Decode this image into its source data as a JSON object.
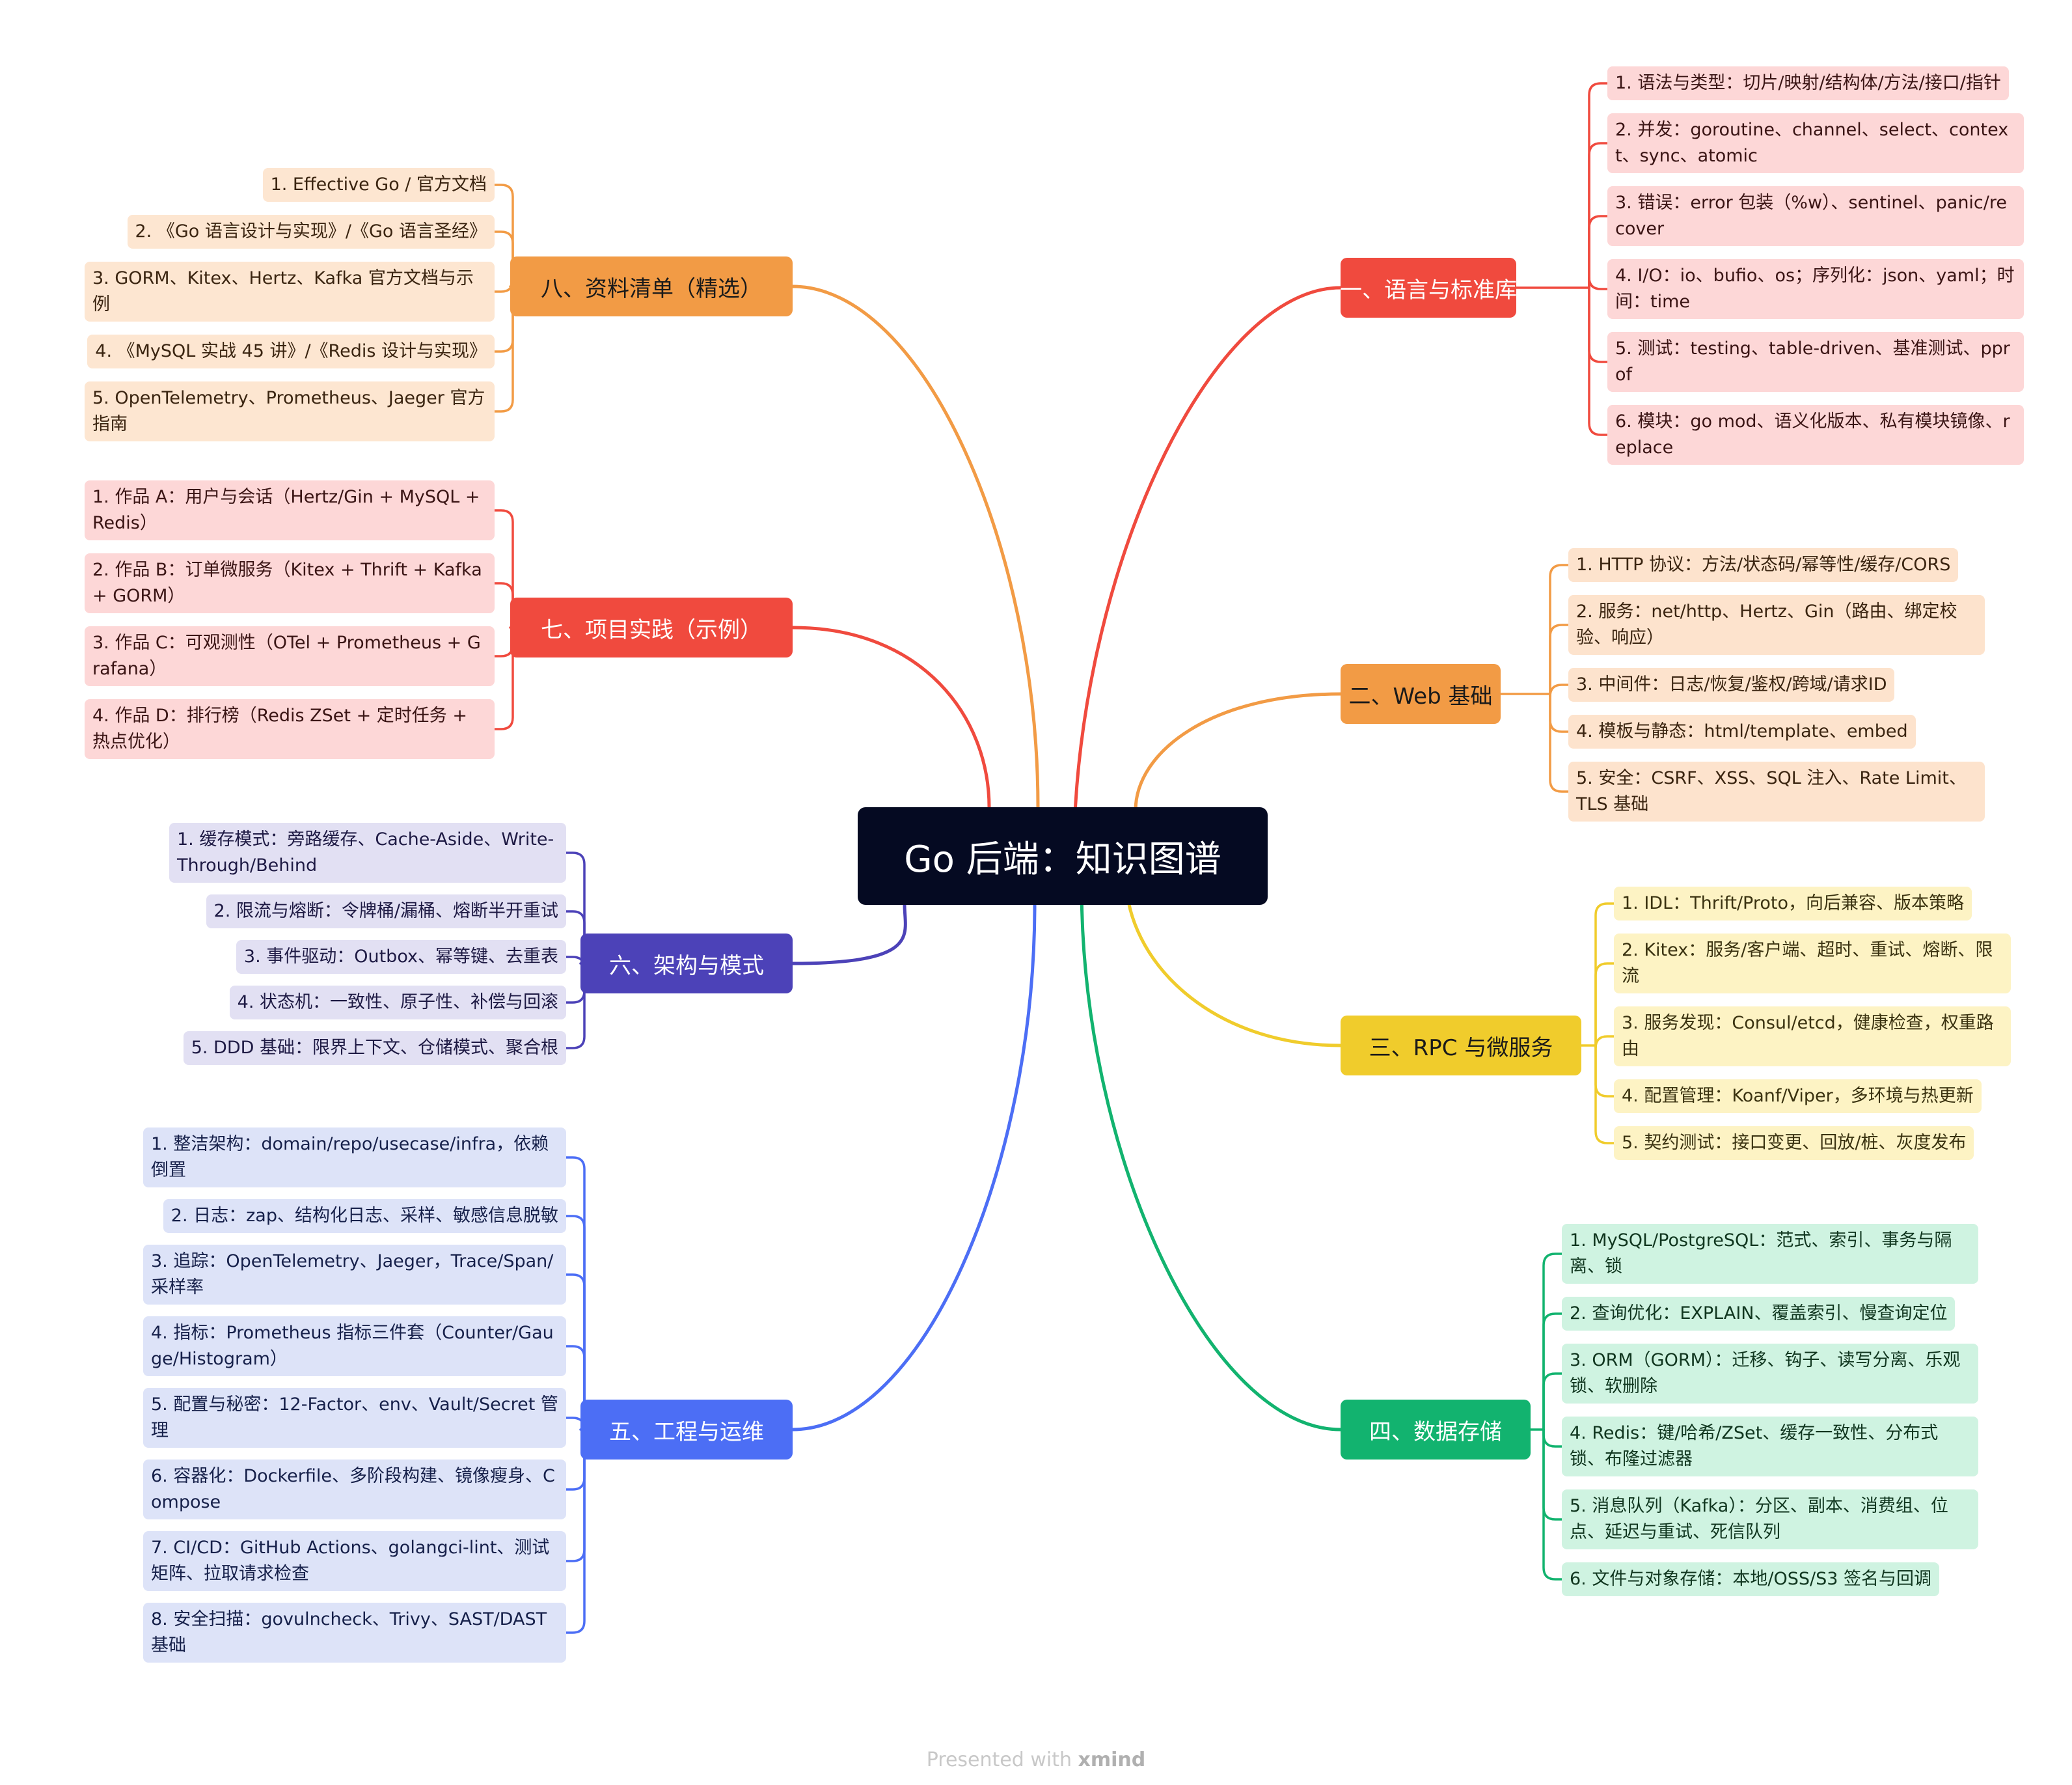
{
  "central": "Go 后端：知识图谱",
  "footer": {
    "prefix": "Presented with ",
    "brand": "xmind"
  },
  "colors": {
    "central_bg": "#050a22",
    "b1": "#f04a3e",
    "b2": "#f29b45",
    "b3": "#f0cc2c",
    "b4": "#12b36f",
    "b5": "#4c6ef5",
    "b6": "#4c42b8",
    "b7": "#f04a3e",
    "b8": "#f29b45"
  },
  "branches": [
    {
      "label": "一、语言与标准库",
      "leaves": [
        "1. 语法与类型：切片/映射/结构体/方法/接口/指针",
        "2. 并发：goroutine、channel、select、context、sync、atomic",
        "3. 错误：error 包装（%w）、sentinel、panic/recover",
        "4. I/O：io、bufio、os；序列化：json、yaml；时间：time",
        "5. 测试：testing、table-driven、基准测试、pprof",
        "6. 模块：go mod、语义化版本、私有模块镜像、replace"
      ]
    },
    {
      "label": "二、Web 基础",
      "leaves": [
        "1. HTTP 协议：方法/状态码/幂等性/缓存/CORS",
        "2. 服务：net/http、Hertz、Gin（路由、绑定校验、响应）",
        "3. 中间件：日志/恢复/鉴权/跨域/请求ID",
        "4. 模板与静态：html/template、embed",
        "5. 安全：CSRF、XSS、SQL 注入、Rate Limit、TLS 基础"
      ]
    },
    {
      "label": "三、RPC 与微服务",
      "leaves": [
        "1. IDL：Thrift/Proto，向后兼容、版本策略",
        "2. Kitex：服务/客户端、超时、重试、熔断、限流",
        "3. 服务发现：Consul/etcd，健康检查，权重路由",
        "4. 配置管理：Koanf/Viper，多环境与热更新",
        "5. 契约测试：接口变更、回放/桩、灰度发布"
      ]
    },
    {
      "label": "四、数据存储",
      "leaves": [
        "1. MySQL/PostgreSQL：范式、索引、事务与隔离、锁",
        "2. 查询优化：EXPLAIN、覆盖索引、慢查询定位",
        "3. ORM（GORM）：迁移、钩子、读写分离、乐观锁、软删除",
        "4. Redis：键/哈希/ZSet、缓存一致性、分布式锁、布隆过滤器",
        "5. 消息队列（Kafka）：分区、副本、消费组、位点、延迟与重试、死信队列",
        "6. 文件与对象存储：本地/OSS/S3 签名与回调"
      ]
    },
    {
      "label": "五、工程与运维",
      "leaves": [
        "1. 整洁架构：domain/repo/usecase/infra，依赖倒置",
        "2. 日志：zap、结构化日志、采样、敏感信息脱敏",
        "3. 追踪：OpenTelemetry、Jaeger，Trace/Span/采样率",
        "4. 指标：Prometheus 指标三件套（Counter/Gauge/Histogram）",
        "5. 配置与秘密：12-Factor、env、Vault/Secret 管理",
        "6. 容器化：Dockerfile、多阶段构建、镜像瘦身、Compose",
        "7. CI/CD：GitHub Actions、golangci-lint、测试矩阵、拉取请求检查",
        "8. 安全扫描：govulncheck、Trivy、SAST/DAST 基础"
      ]
    },
    {
      "label": "六、架构与模式",
      "leaves": [
        "1. 缓存模式：旁路缓存、Cache-Aside、Write-Through/Behind",
        "2. 限流与熔断：令牌桶/漏桶、熔断半开重试",
        "3. 事件驱动：Outbox、幂等键、去重表",
        "4. 状态机：一致性、原子性、补偿与回滚",
        "5. DDD 基础：限界上下文、仓储模式、聚合根"
      ]
    },
    {
      "label": "七、项目实践（示例）",
      "leaves": [
        "1. 作品 A：用户与会话（Hertz/Gin + MySQL + Redis）",
        "2. 作品 B：订单微服务（Kitex + Thrift + Kafka + GORM）",
        "3. 作品 C：可观测性（OTel + Prometheus + Grafana）",
        "4. 作品 D：排行榜（Redis ZSet + 定时任务 + 热点优化）"
      ]
    },
    {
      "label": "八、资料清单（精选）",
      "leaves": [
        "1. Effective Go / 官方文档",
        "2. 《Go 语言设计与实现》/《Go 语言圣经》",
        "3. GORM、Kitex、Hertz、Kafka 官方文档与示例",
        "4. 《MySQL 实战 45 讲》/《Redis 设计与实现》",
        "5. OpenTelemetry、Prometheus、Jaeger 官方指南"
      ]
    }
  ]
}
